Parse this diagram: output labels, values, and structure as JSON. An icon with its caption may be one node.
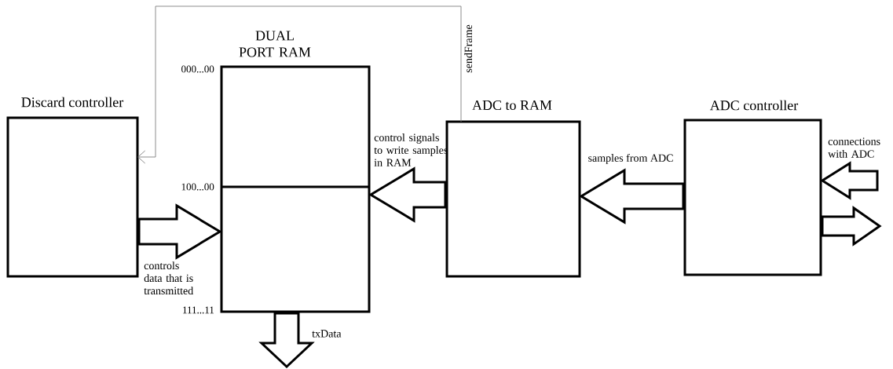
{
  "diagram": {
    "nodes": [
      {
        "text": [
          "Discard controller"
        ]
      },
      {
        "text": [
          "DUAL PORT RAM"
        ],
        "beside": [
          "000...00",
          "100...00",
          "111...11"
        ]
      },
      {
        "text": [
          "ADC to RAM"
        ]
      },
      {
        "text": [
          "ADC controller"
        ]
      }
    ],
    "edges": [
      {
        "from": 0,
        "to": 1,
        "arrow": "to",
        "style": "thick",
        "label": "controls data that is transmitted"
      },
      {
        "from": 2,
        "to": 1,
        "arrow": "to",
        "style": "thick",
        "label": "control signals to write samples in RAM"
      },
      {
        "from": 3,
        "to": 2,
        "arrow": "to",
        "style": "thick",
        "label": "samples from ADC"
      },
      {
        "from": 2,
        "to": 0,
        "arrow": "to",
        "color": "#808080",
        "label": "sendFrame"
      },
      {
        "from": 1,
        "to": null,
        "arrow": "to",
        "style": "thick",
        "label": "txData"
      },
      {
        "from": null,
        "to": 3,
        "arrow": "to",
        "style": "thick",
        "label": "connections with ADC"
      },
      {
        "from": 3,
        "to": null,
        "arrow": "to",
        "style": "thick"
      }
    ]
  }
}
